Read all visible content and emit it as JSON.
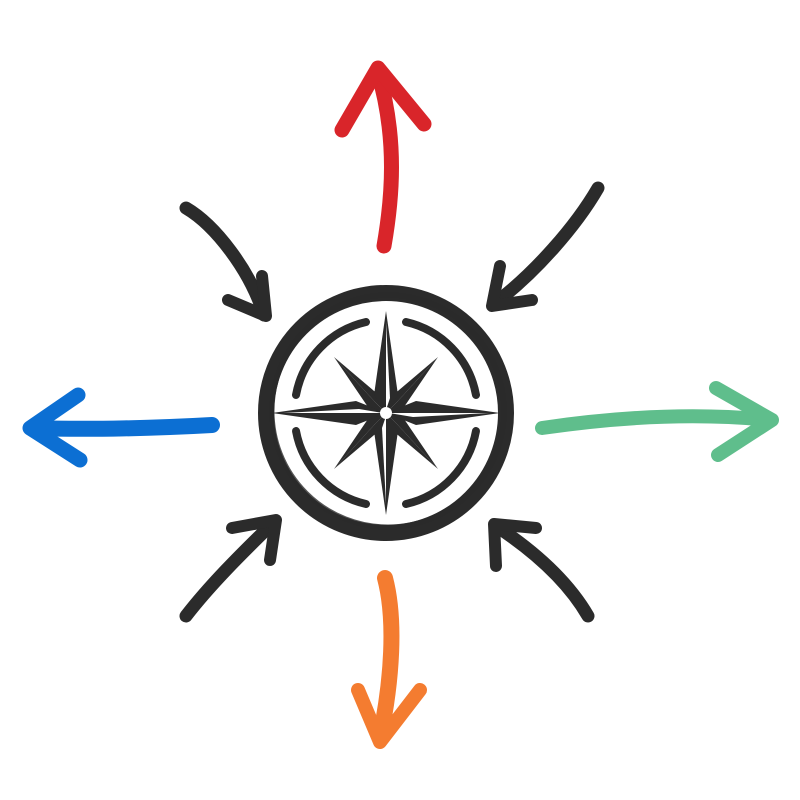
{
  "diagram": {
    "type": "compass-arrows",
    "center_icon": "compass-rose-icon",
    "outward_arrows": [
      {
        "direction": "up",
        "color": "#d9252a",
        "icon": "arrow-up-icon"
      },
      {
        "direction": "down",
        "color": "#f47c30",
        "icon": "arrow-down-icon"
      },
      {
        "direction": "left",
        "color": "#0c6fd3",
        "icon": "arrow-left-icon"
      },
      {
        "direction": "right",
        "color": "#5fbe8c",
        "icon": "arrow-right-icon"
      }
    ],
    "inward_arrows": [
      {
        "from": "top-left",
        "color": "#2b2b2b",
        "icon": "arrow-inward-icon"
      },
      {
        "from": "top-right",
        "color": "#2b2b2b",
        "icon": "arrow-inward-icon"
      },
      {
        "from": "bottom-left",
        "color": "#2b2b2b",
        "icon": "arrow-inward-icon"
      },
      {
        "from": "bottom-right",
        "color": "#2b2b2b",
        "icon": "arrow-inward-icon"
      }
    ],
    "colors": {
      "ink": "#2b2b2b",
      "background": "#ffffff"
    }
  }
}
